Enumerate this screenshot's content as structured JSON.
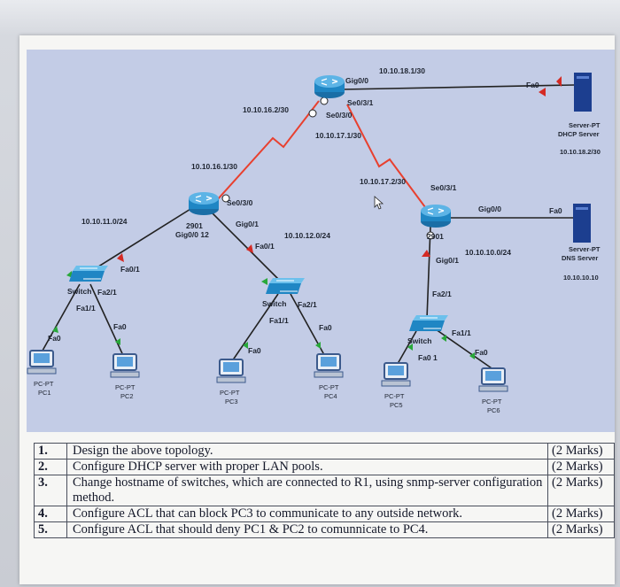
{
  "topology": {
    "labels": {
      "r1_gig00": "Gig0/0",
      "r1_se031": "Se0/3/1",
      "r1_se030": "Se0/3/0",
      "net_18_1": "10.10.18.1/30",
      "net_16_2": "10.10.16.2/30",
      "net_17_1": "10.10.17.1/30",
      "dhcp_fa0": "Fa0",
      "dhcp_name1": "Server-PT",
      "dhcp_name2": "DHCP Server",
      "dhcp_ip": "10.10.18.2/30",
      "net_16_1": "10.10.16.1/30",
      "net_17_2": "10.10.17.2/30",
      "r2_se030": "Se0/3/0",
      "r2_id": "2901",
      "r2_gig02": "Gig0/0 12",
      "r2_gig01": "Gig0/1",
      "net_11": "10.10.11.0/24",
      "net_12": "10.10.12.0/24",
      "r2_fa01": "Fa0/1",
      "r3_se031": "Se0/3/1",
      "r3_gig00": "Gig0/0",
      "r3_id": "2901",
      "r3_gig01": "Gig0/1",
      "net_10": "10.10.10.0/24",
      "dns_fa0": "Fa0",
      "dns_name1": "Server-PT",
      "dns_name2": "DNS Server",
      "dns_ip": "10.10.10.10",
      "sw1_fa01": "Fa0/1",
      "sw1_name": "Switch",
      "sw1_fa21": "Fa2/1",
      "sw1_fa11": "Fa1/1",
      "sw1_fa0_pc1": "Fa0",
      "sw1_fa0_pc2": "Fa0",
      "sw2_name": "Switch",
      "sw2_fa21": "Fa2/1",
      "sw2_fa11": "Fa1/1",
      "sw2_fa0_pc3": "Fa0",
      "sw2_fa0_pc4": "Fa0",
      "r3_fa21": "Fa2/1",
      "sw3_name": "Switch",
      "sw3_fa11": "Fa1/1",
      "sw3_fa01": "Fa0 1",
      "sw3_fa0_pc6": "Fa0",
      "pc1_type": "PC-PT",
      "pc1_name": "PC1",
      "pc2_type": "PC-PT",
      "pc2_name": "PC2",
      "pc3_type": "PC-PT",
      "pc3_name": "PC3",
      "pc4_type": "PC-PT",
      "pc4_name": "PC4",
      "pc5_type": "PC-PT",
      "pc5_name": "PC5",
      "pc6_type": "PC-PT",
      "pc6_name": "PC6"
    },
    "colors": {
      "serial_link": "#e8402f",
      "ethernet_link": "#222222",
      "link_up": "#29a83a",
      "link_down": "#d42a24",
      "router_body": "#1f86c4",
      "server_body": "#1c3e8f",
      "background": "#c3cce6"
    }
  },
  "tasks": [
    {
      "num": "1.",
      "text": "Design the above topology.",
      "marks": "(2 Marks)"
    },
    {
      "num": "2.",
      "text": "Configure DHCP server with proper LAN pools.",
      "marks": "(2 Marks)"
    },
    {
      "num": "3.",
      "text": "Change hostname of switches, which are connected to R1, using snmp-server configuration method.",
      "marks": "(2 Marks)"
    },
    {
      "num": "4.",
      "text": "Configure ACL that can block PC3 to communicate to any outside network.",
      "marks": "(2 Marks)"
    },
    {
      "num": "5.",
      "text": "Configure ACL that should deny PC1 & PC2 to comunnicate to PC4.",
      "marks": "(2 Marks)"
    }
  ]
}
